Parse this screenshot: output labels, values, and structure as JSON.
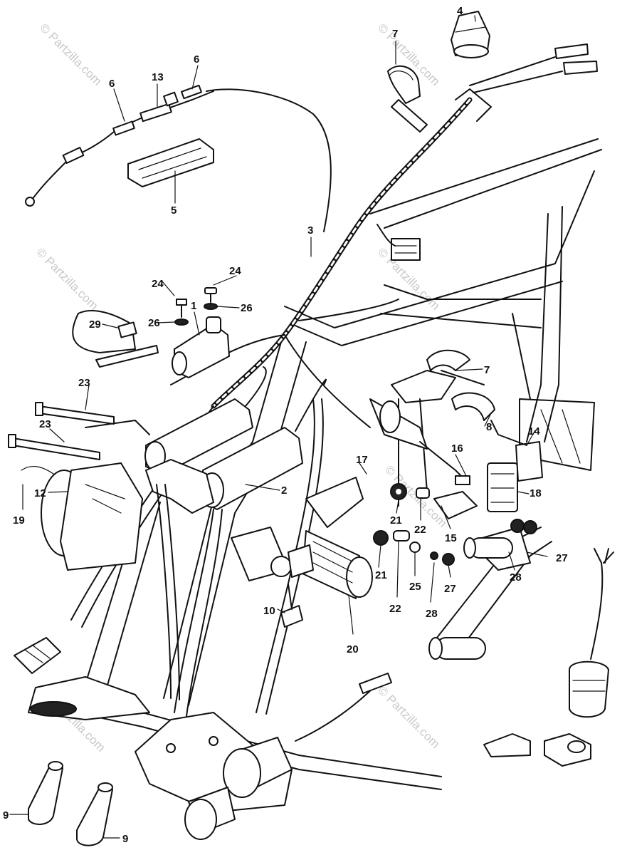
{
  "watermark": "© Partzilla.com",
  "callouts": [
    "1",
    "2",
    "3",
    "4",
    "5",
    "6",
    "7",
    "8",
    "9",
    "10",
    "12",
    "13",
    "14",
    "15",
    "16",
    "17",
    "18",
    "19",
    "20",
    "21",
    "22",
    "23",
    "24",
    "25",
    "26",
    "27",
    "28",
    "29"
  ]
}
